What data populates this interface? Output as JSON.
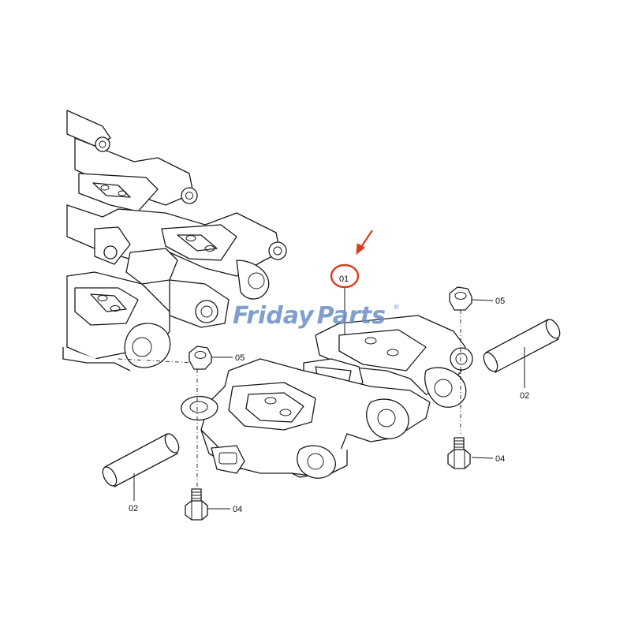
{
  "watermark": {
    "part1": "Friday",
    "part2": "Parts",
    "registered_mark": "®",
    "color_blue": "#6b8fc4",
    "color_orange": "#e8a13a"
  },
  "highlight": {
    "color": "#e03a1e"
  },
  "callouts": [
    {
      "id": "callout-01",
      "label": "01"
    },
    {
      "id": "callout-02-right",
      "label": "02"
    },
    {
      "id": "callout-02-left",
      "label": "02"
    },
    {
      "id": "callout-04-right",
      "label": "04"
    },
    {
      "id": "callout-04-left",
      "label": "04"
    },
    {
      "id": "callout-05-right",
      "label": "05"
    },
    {
      "id": "callout-05-left",
      "label": "05"
    }
  ]
}
